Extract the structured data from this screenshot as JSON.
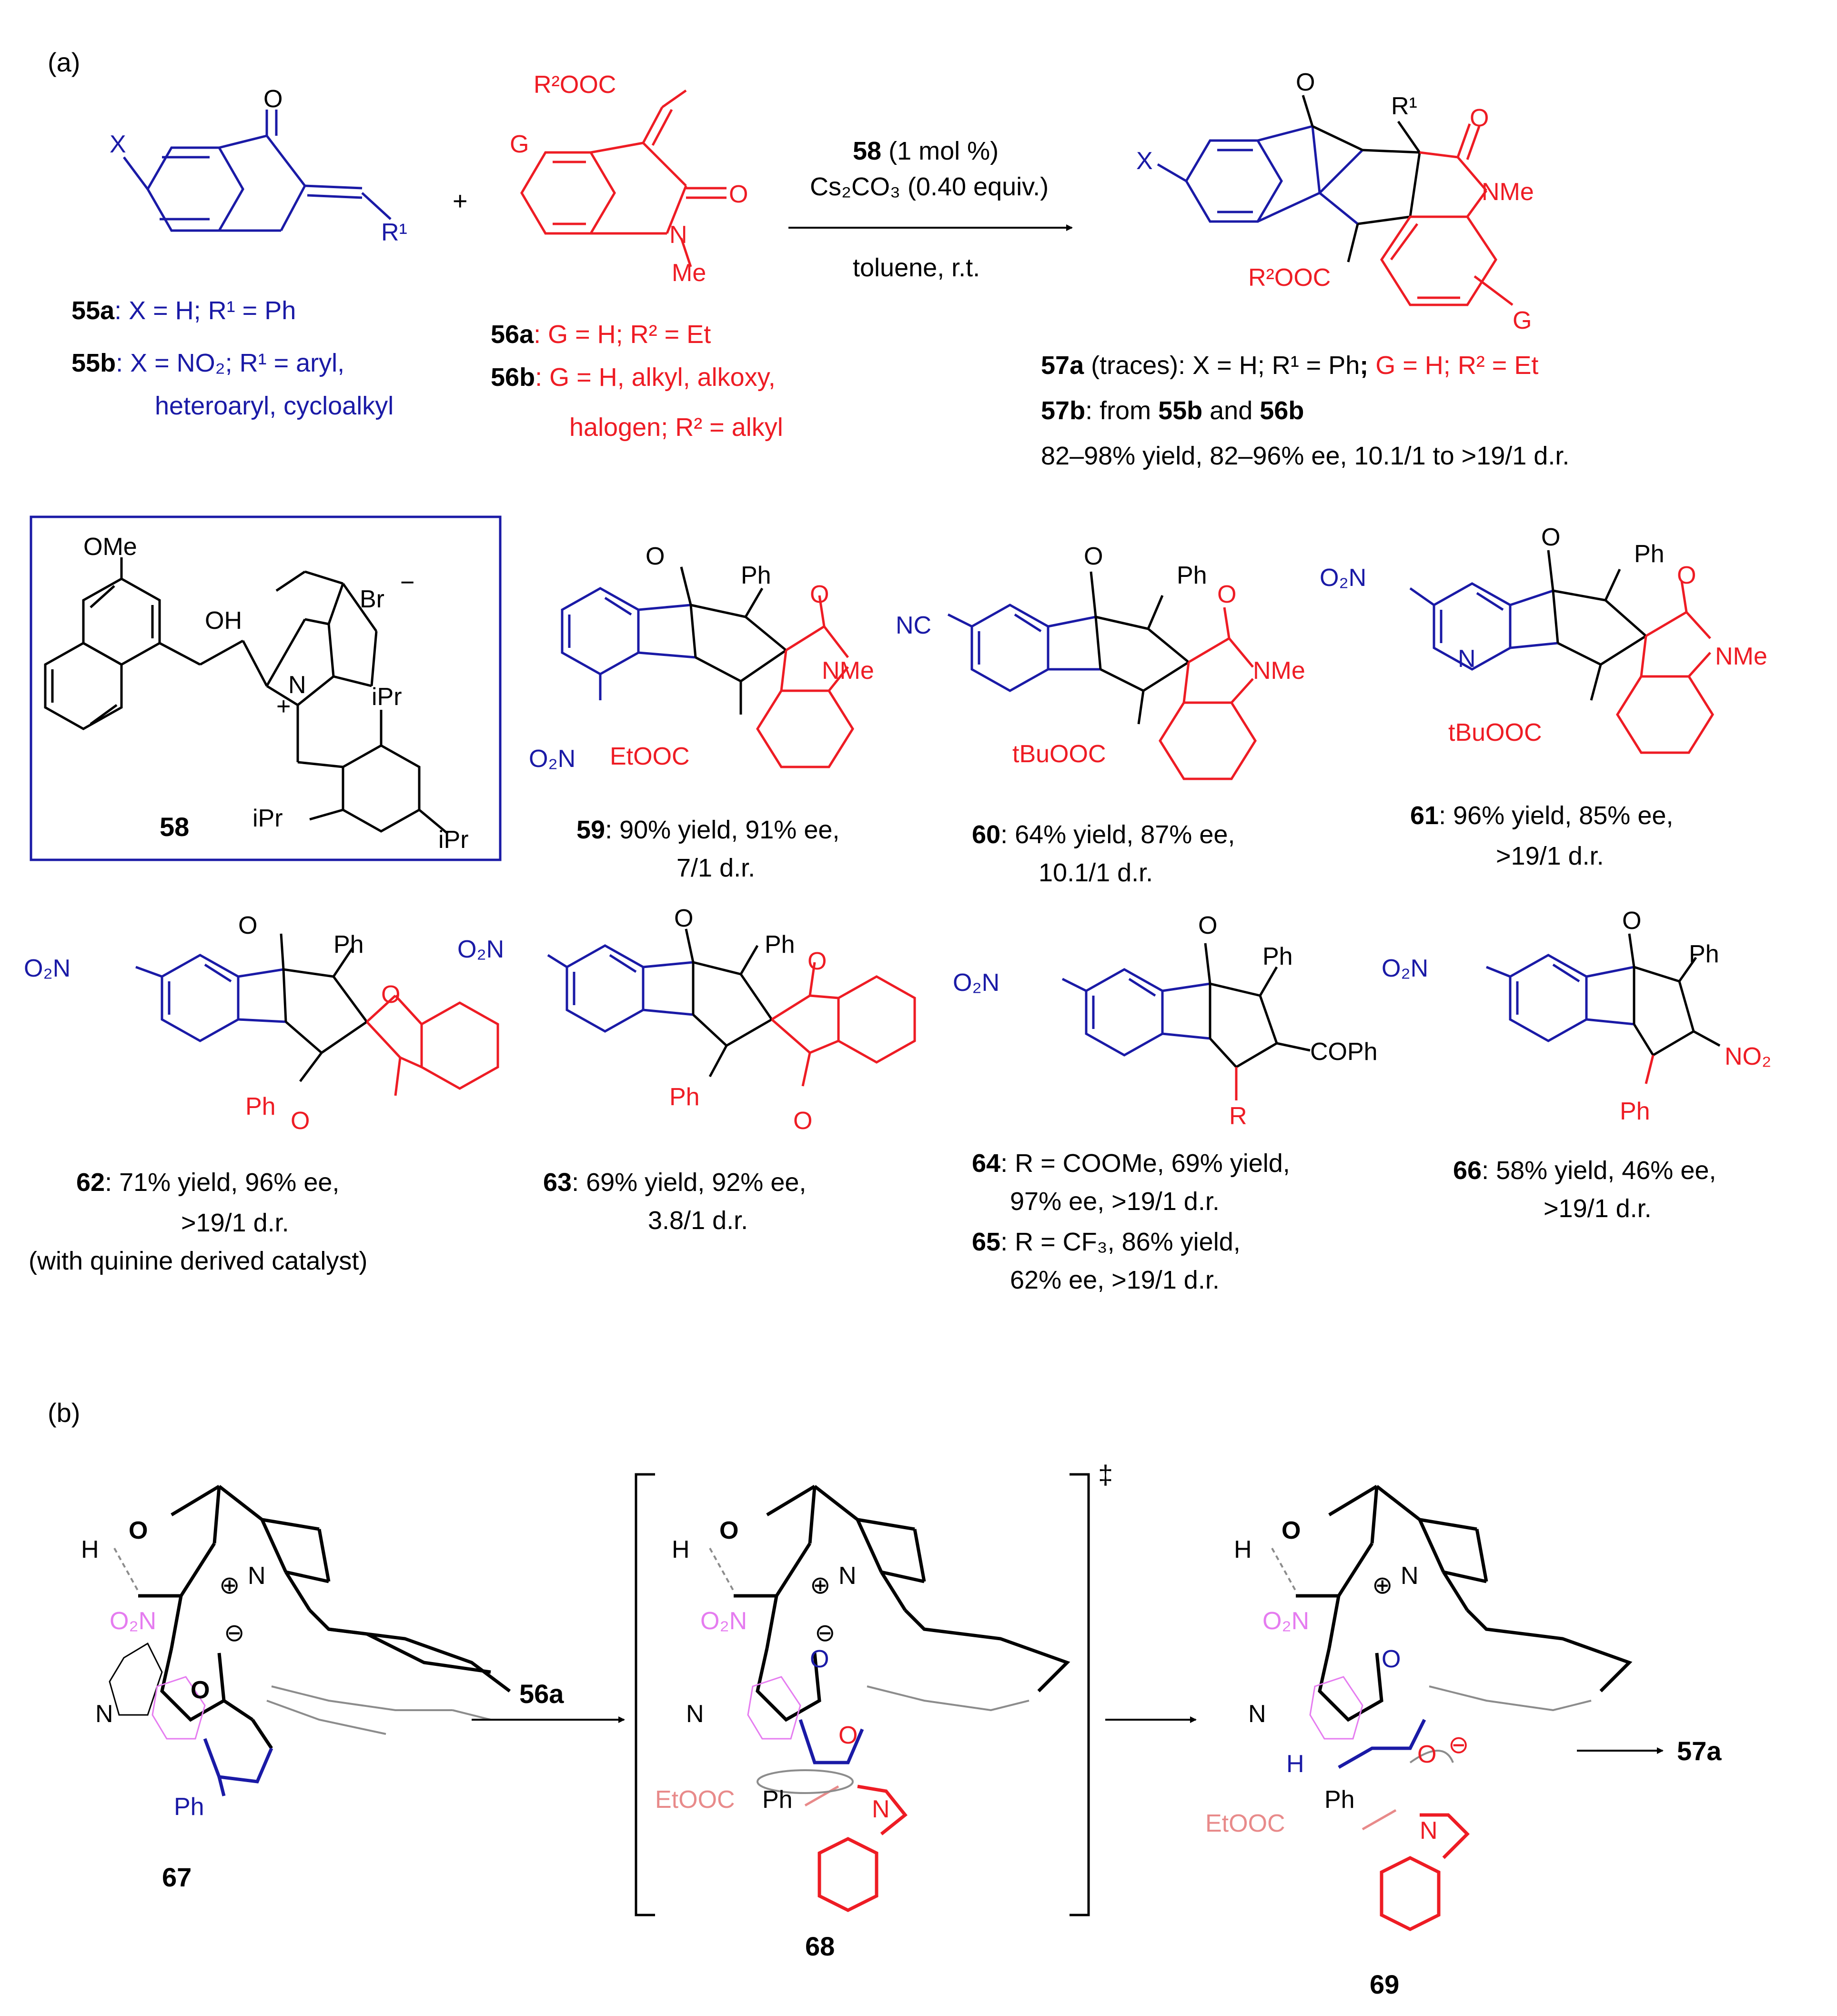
{
  "colors": {
    "blue": "#1a1aa6",
    "red": "#ee1c24",
    "pink": "#e88a8a",
    "violet": "#e57cf0",
    "gray": "#8c8c8c",
    "black": "#000000"
  },
  "panel_a": {
    "label": "(a)",
    "plus": "+",
    "reagents": {
      "cat": "58",
      "cat_amount": " (1 mol %)",
      "base": "Cs₂CO₃ (0.40 equiv.)",
      "solvent": "toluene, r.t."
    },
    "sm55": {
      "X": "X",
      "O": "O",
      "R1": "R¹",
      "l1_id": "55a",
      "l1": ": X = H; R¹ = Ph",
      "l2_id": "55b",
      "l2": ": X = NO₂; R¹ = aryl,",
      "l3": "heteroaryl, cycloalkyl"
    },
    "sm56": {
      "ester": "R²OOC",
      "G": "G",
      "O": "O",
      "N": "N",
      "Me": "Me",
      "l1_id": "56a",
      "l1": ": G = H; R² = Et",
      "l2_id": "56b",
      "l2": ": G = H, alkyl, alkoxy,",
      "l3": "halogen; R² = alkyl"
    },
    "prod57": {
      "X": "X",
      "O": "O",
      "R1": "R¹",
      "O2": "O",
      "NMe": "NMe",
      "ester": "R²OOC",
      "G": "G",
      "l1_id": "57a",
      "l1a": " (traces): X = H; R¹ = Ph",
      "l1b": "; ",
      "l1c": "G = H; R² = Et",
      "l2_id": "57b",
      "l2a": ": from ",
      "l2b": "55b",
      "l2c": " and ",
      "l2d": "56b",
      "l3": "82–98% yield, 82–96% ee, 10.1/1 to >19/1 d.r."
    },
    "catalyst": {
      "id": "58",
      "OMe": "OMe",
      "OH": "OH",
      "Br": "Br",
      "minus": "−",
      "N": "N",
      "plus": "+",
      "iPr1": "iPr",
      "iPr2": "iPr",
      "iPr3": "iPr"
    },
    "products": [
      {
        "id": "59",
        "text": ": 90% yield, 91% ee,",
        "text2": "7/1 d.r.",
        "sub": "O₂N",
        "ester": "EtOOC",
        "Ph": "Ph",
        "O": "O",
        "O2": "O",
        "NMe": "NMe"
      },
      {
        "id": "60",
        "text": ": 64% yield, 87% ee,",
        "text2": "10.1/1 d.r.",
        "sub": "NC",
        "ester": "tBuOOC",
        "Ph": "Ph",
        "O": "O",
        "O2": "O",
        "NMe": "NMe"
      },
      {
        "id": "61",
        "text": ": 96% yield, 85% ee,",
        "text2": ">19/1 d.r.",
        "sub": "O₂N",
        "ester": "tBuOOC",
        "Ph": "Ph",
        "O": "O",
        "O2": "O",
        "NMe": "NMe",
        "N": "N"
      },
      {
        "id": "62",
        "text": ": 71% yield, 96% ee,",
        "text2": ">19/1 d.r.",
        "text3": "(with quinine derived catalyst)",
        "sub": "O₂N",
        "Ph": "Ph",
        "Ph2": "Ph",
        "O": "O",
        "O2": "O",
        "O3": "O"
      },
      {
        "id": "63",
        "text": ": 69% yield, 92% ee,",
        "text2": "3.8/1 d.r.",
        "sub": "O₂N",
        "Ph": "Ph",
        "Ph2": "Ph",
        "O": "O",
        "O2": "O",
        "O3": "O"
      },
      {
        "id": "64",
        "text": ": R = COOMe, 69% yield,",
        "text2": "97% ee, >19/1 d.r.",
        "sub": "O₂N",
        "Ph": "Ph",
        "COPh": "COPh",
        "R": "R",
        "O": "O"
      },
      {
        "id": "65",
        "text": ": R = CF₃, 86% yield,",
        "text2": "62% ee, >19/1 d.r."
      },
      {
        "id": "66",
        "text": ": 58% yield, 46% ee,",
        "text2": ">19/1 d.r.",
        "sub": "O₂N",
        "Ph": "Ph",
        "Ph2": "Ph",
        "NO2": "NO₂",
        "O": "O"
      }
    ]
  },
  "panel_b": {
    "label": "(b)",
    "reagent": "56a",
    "product": "57a",
    "dagger": "‡",
    "ts": [
      {
        "id": "67",
        "H": "H",
        "O": "O",
        "N": "N",
        "Npy": "N",
        "plus": "⊕",
        "minus": "⊖",
        "O2": "O",
        "Ph": "Ph",
        "O2N": "O₂N"
      },
      {
        "id": "68",
        "H": "H",
        "O": "O",
        "N": "N",
        "Npy": "N",
        "plus": "⊕",
        "minus": "⊖",
        "O2": "O",
        "Ph": "Ph",
        "O2N": "O₂N",
        "ester": "EtOOC",
        "O3": "O",
        "N2": "N"
      },
      {
        "id": "69",
        "H": "H",
        "O": "O",
        "N": "N",
        "Npy": "N",
        "plus": "⊕",
        "minus": "⊖",
        "O2": "O",
        "Ph": "Ph",
        "O2N": "O₂N",
        "ester": "EtOOC",
        "O3": "O",
        "N2": "N",
        "H2": "H"
      }
    ]
  }
}
